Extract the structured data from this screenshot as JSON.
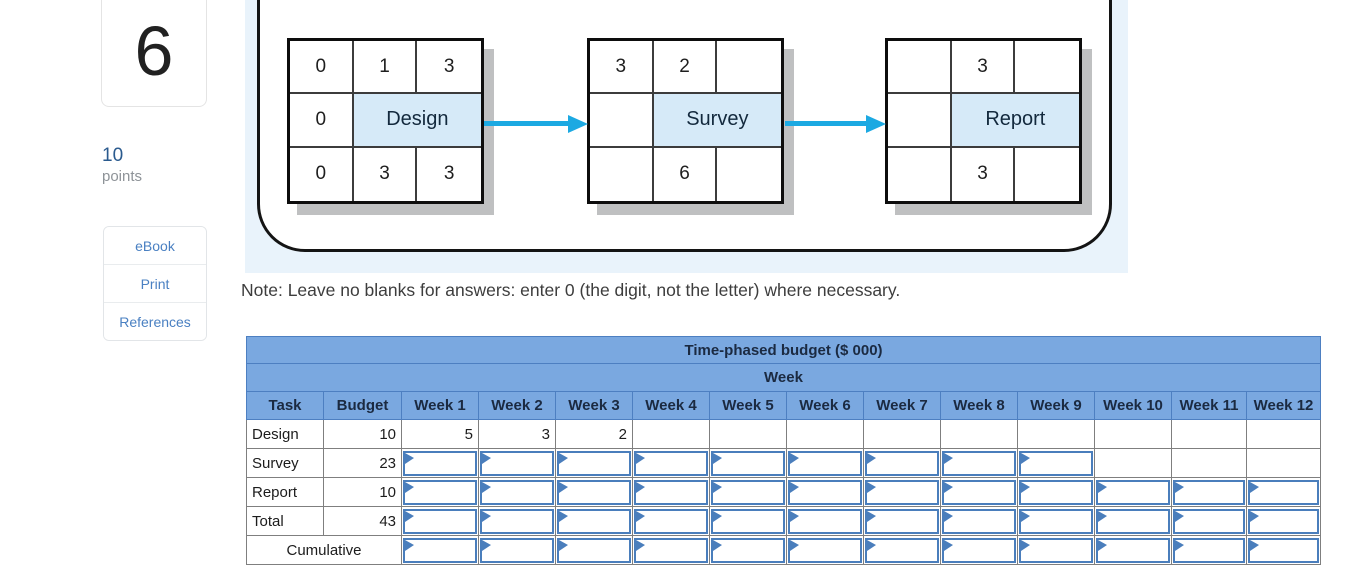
{
  "sidebar": {
    "question_number": "6",
    "points": {
      "value": "10",
      "label": "points"
    },
    "tools": [
      {
        "label": "eBook"
      },
      {
        "label": "Print"
      },
      {
        "label": "References"
      }
    ]
  },
  "diagram": {
    "nodes": [
      {
        "name": "Design",
        "top": [
          "0",
          "1",
          "3"
        ],
        "mid_left": "0",
        "bottom": [
          "0",
          "3",
          "3"
        ]
      },
      {
        "name": "Survey",
        "top": [
          "3",
          "2",
          ""
        ],
        "mid_left": "",
        "bottom": [
          "",
          "6",
          ""
        ]
      },
      {
        "name": "Report",
        "top": [
          "",
          "3",
          ""
        ],
        "mid_left": "",
        "bottom": [
          "",
          "3",
          ""
        ]
      }
    ],
    "colors": {
      "arrow": "#1ca9e2",
      "node_label_fill": "#d6eaf8",
      "panel_bg": "#e9f3fb"
    }
  },
  "note": "Note: Leave no blanks for answers: enter 0 (the digit, not the letter) where necessary.",
  "budget_table": {
    "title": "Time-phased budget ($ 000)",
    "group_header": "Week",
    "columns": [
      "Task",
      "Budget",
      "Week 1",
      "Week 2",
      "Week 3",
      "Week 4",
      "Week 5",
      "Week 6",
      "Week 7",
      "Week 8",
      "Week 9",
      "Week 10",
      "Week 11",
      "Week 12"
    ],
    "rows": [
      {
        "label": "Design",
        "budget": "10",
        "weeks": [
          {
            "value": "5"
          },
          {
            "value": "3"
          },
          {
            "value": "2"
          },
          {},
          {},
          {},
          {},
          {},
          {},
          {},
          {},
          {}
        ]
      },
      {
        "label": "Survey",
        "budget": "23",
        "weeks": [
          {
            "input": true
          },
          {
            "input": true
          },
          {
            "input": true
          },
          {
            "input": true
          },
          {
            "input": true
          },
          {
            "input": true
          },
          {
            "input": true
          },
          {
            "input": true
          },
          {
            "input": true
          },
          {},
          {},
          {}
        ]
      },
      {
        "label": "Report",
        "budget": "10",
        "weeks": [
          {
            "input": true
          },
          {
            "input": true
          },
          {
            "input": true
          },
          {
            "input": true
          },
          {
            "input": true
          },
          {
            "input": true
          },
          {
            "input": true
          },
          {
            "input": true
          },
          {
            "input": true
          },
          {
            "input": true
          },
          {
            "input": true
          },
          {
            "input": true
          }
        ]
      },
      {
        "label": "Total",
        "budget": "43",
        "weeks": [
          {
            "input": true
          },
          {
            "input": true
          },
          {
            "input": true
          },
          {
            "input": true
          },
          {
            "input": true
          },
          {
            "input": true
          },
          {
            "input": true
          },
          {
            "input": true
          },
          {
            "input": true
          },
          {
            "input": true
          },
          {
            "input": true
          },
          {
            "input": true
          }
        ]
      },
      {
        "label": "Cumulative",
        "label_colspan": 2,
        "weeks": [
          {
            "input": true
          },
          {
            "input": true
          },
          {
            "input": true
          },
          {
            "input": true
          },
          {
            "input": true
          },
          {
            "input": true
          },
          {
            "input": true
          },
          {
            "input": true
          },
          {
            "input": true
          },
          {
            "input": true
          },
          {
            "input": true
          },
          {
            "input": true
          }
        ]
      }
    ],
    "colors": {
      "header_fill": "#7aa8e0",
      "header_text": "#1b2a41",
      "input_border": "#4a7ebc",
      "grid_line": "#7f7f7f"
    }
  }
}
